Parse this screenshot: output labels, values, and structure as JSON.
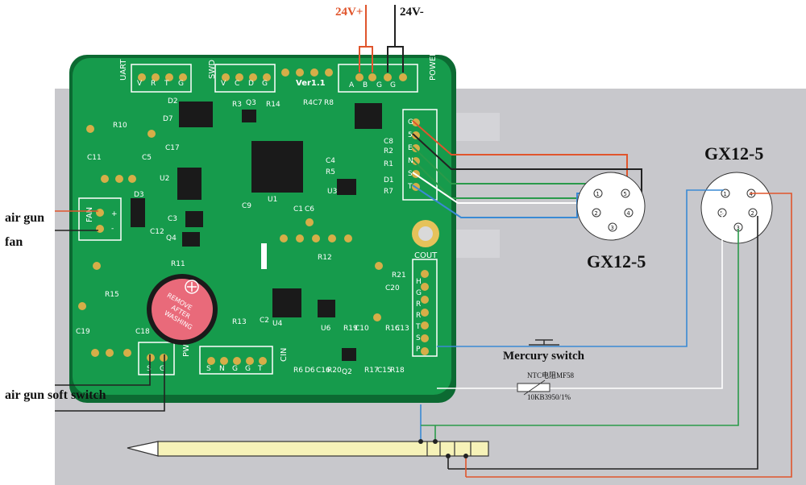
{
  "power": {
    "positive": "24V+",
    "negative": "24V-"
  },
  "board": {
    "uart_label": "UART",
    "uart_pins": [
      "V",
      "R",
      "T",
      "G"
    ],
    "swd_label": "SWD",
    "swd_pins": [
      "V",
      "C",
      "D",
      "G"
    ],
    "version": "Ver1.1",
    "power_label": "POWER",
    "power_pins": [
      "A",
      "B",
      "G",
      "G"
    ],
    "right_pins": [
      "G",
      "5",
      "E",
      "N",
      "S",
      "T"
    ],
    "cout_label": "COUT",
    "cout_pins": [
      "H",
      "G",
      "R",
      "R",
      "T",
      "S",
      "P"
    ],
    "cin_label": "CIN",
    "cin_pins": [
      "S",
      "N",
      "G",
      "G",
      "T"
    ],
    "pwr_label": "PWR",
    "pwr_pins": [
      "S",
      "G"
    ],
    "fan_pins": [
      "+",
      "-"
    ],
    "fan_block_label": "FAN",
    "buzzer_text": [
      "REMOVE",
      "AFTER",
      "WASHING"
    ],
    "components": [
      "D2",
      "D7",
      "R3",
      "Q3",
      "R14",
      "R4",
      "C7",
      "R8",
      "R10",
      "C17",
      "C11",
      "C5",
      "C8",
      "R2",
      "C4",
      "R5",
      "R1",
      "D1",
      "R7",
      "U3",
      "U1",
      "D3",
      "C9",
      "C1",
      "C6",
      "C3",
      "C12",
      "Q4",
      "R11",
      "R12",
      "R21",
      "C20",
      "R15",
      "R13",
      "C2",
      "U4",
      "U6",
      "R19",
      "C10",
      "R16",
      "C13",
      "C19",
      "C18",
      "R6",
      "D6",
      "C16",
      "R20",
      "Q2",
      "R17",
      "C15",
      "R18",
      "U2"
    ]
  },
  "connectors": {
    "left": {
      "title": "GX12-5",
      "pins": [
        "1",
        "2",
        "3",
        "4",
        "5"
      ]
    },
    "right": {
      "title": "GX12-5",
      "pins": [
        "1",
        "4",
        "5",
        "3",
        "2"
      ]
    }
  },
  "labels": {
    "air_gun": "air gun",
    "fan": "fan",
    "soft_switch": "air gun soft switch"
  },
  "parts": {
    "mercury_switch": "Mercury switch",
    "ntc_name": "NTC电阻MF58",
    "ntc_spec": "10KB3950/1%"
  },
  "colors": {
    "pcb": "#169b4c",
    "pcb_dark": "#0f7a3a",
    "panel": "#c8c8cc",
    "wire_red": "#e0552c",
    "wire_black": "#222222",
    "wire_green": "#2a9a4a",
    "wire_blue": "#3a8ad4",
    "wire_white": "#ffffff",
    "iron": "#f6f2b8"
  }
}
